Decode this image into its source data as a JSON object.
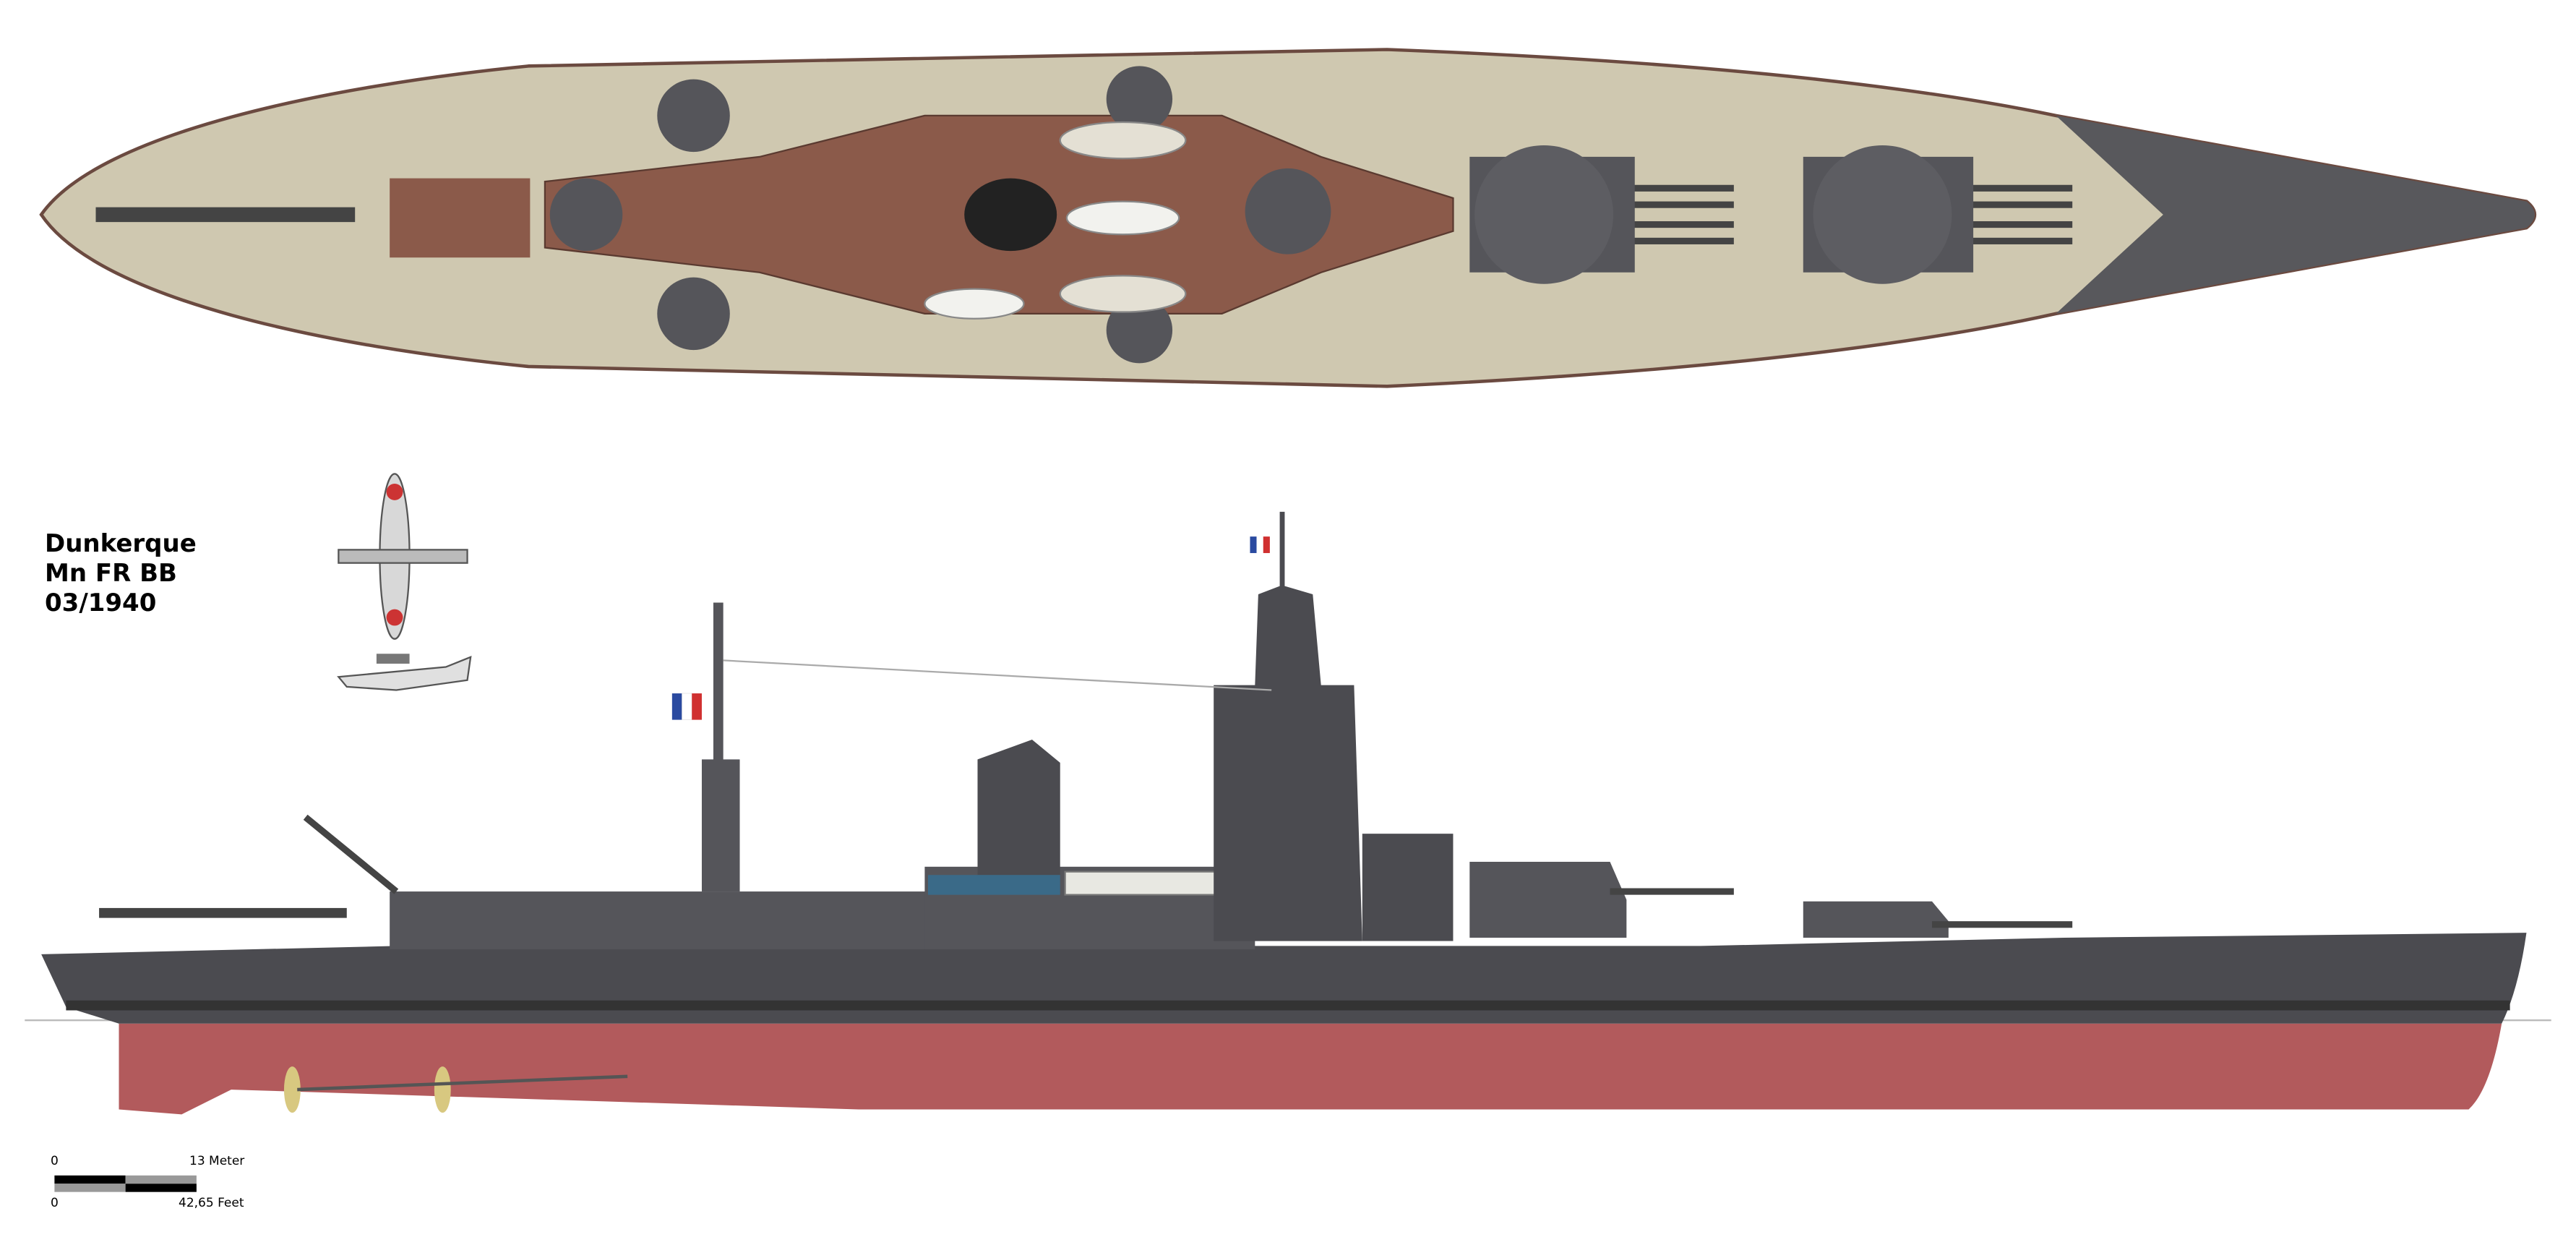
{
  "title_block": {
    "name": "Dunkerque",
    "classification": "Mn FR BB",
    "date": "03/1940"
  },
  "scale_bar": {
    "meter_start": "0",
    "meter_end": "13 Meter",
    "feet_start": "0",
    "feet_end": "42,65 Feet"
  },
  "colors": {
    "deck": "#cfc8b0",
    "hull_grey": "#4b4b50",
    "superstructure_brown": "#8b5a4a",
    "antifouling_red": "#b25a5c",
    "turret_grey": "#55555a"
  }
}
